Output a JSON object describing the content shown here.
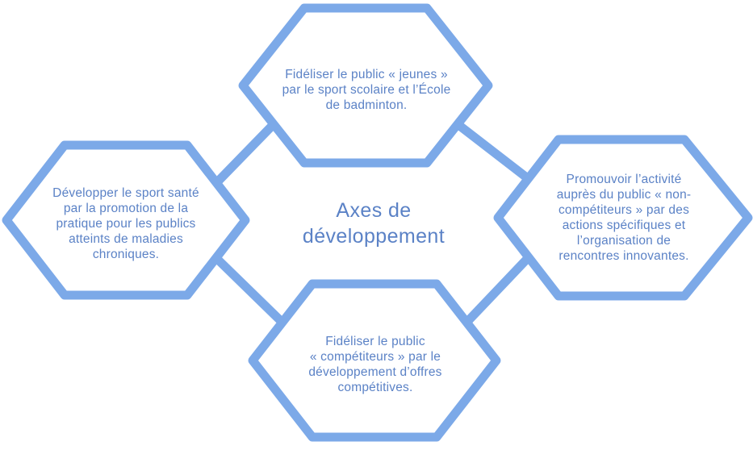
{
  "diagram": {
    "title": "Axes de\ndéveloppement",
    "nodes": {
      "top": {
        "text": "Fidéliser le public « jeunes »\npar le sport scolaire et l’École\nde badminton."
      },
      "left": {
        "text": "Développer le sport santé\npar la promotion de la\npratique pour les publics\natteints de maladies\nchroniques."
      },
      "right": {
        "text": "Promouvoir l’activité\nauprès du public « non-\ncompétiteurs » par des\nactions spécifiques et\nl’organisation de\nrencontres innovantes."
      },
      "bottom": {
        "text": "Fidéliser le public\n« compétiteurs » par le\ndéveloppement d’offres\ncompétitives."
      }
    },
    "colors": {
      "outline": "#7CA9E8",
      "text": "#5B82C6",
      "background": "#FFFFFF"
    }
  }
}
